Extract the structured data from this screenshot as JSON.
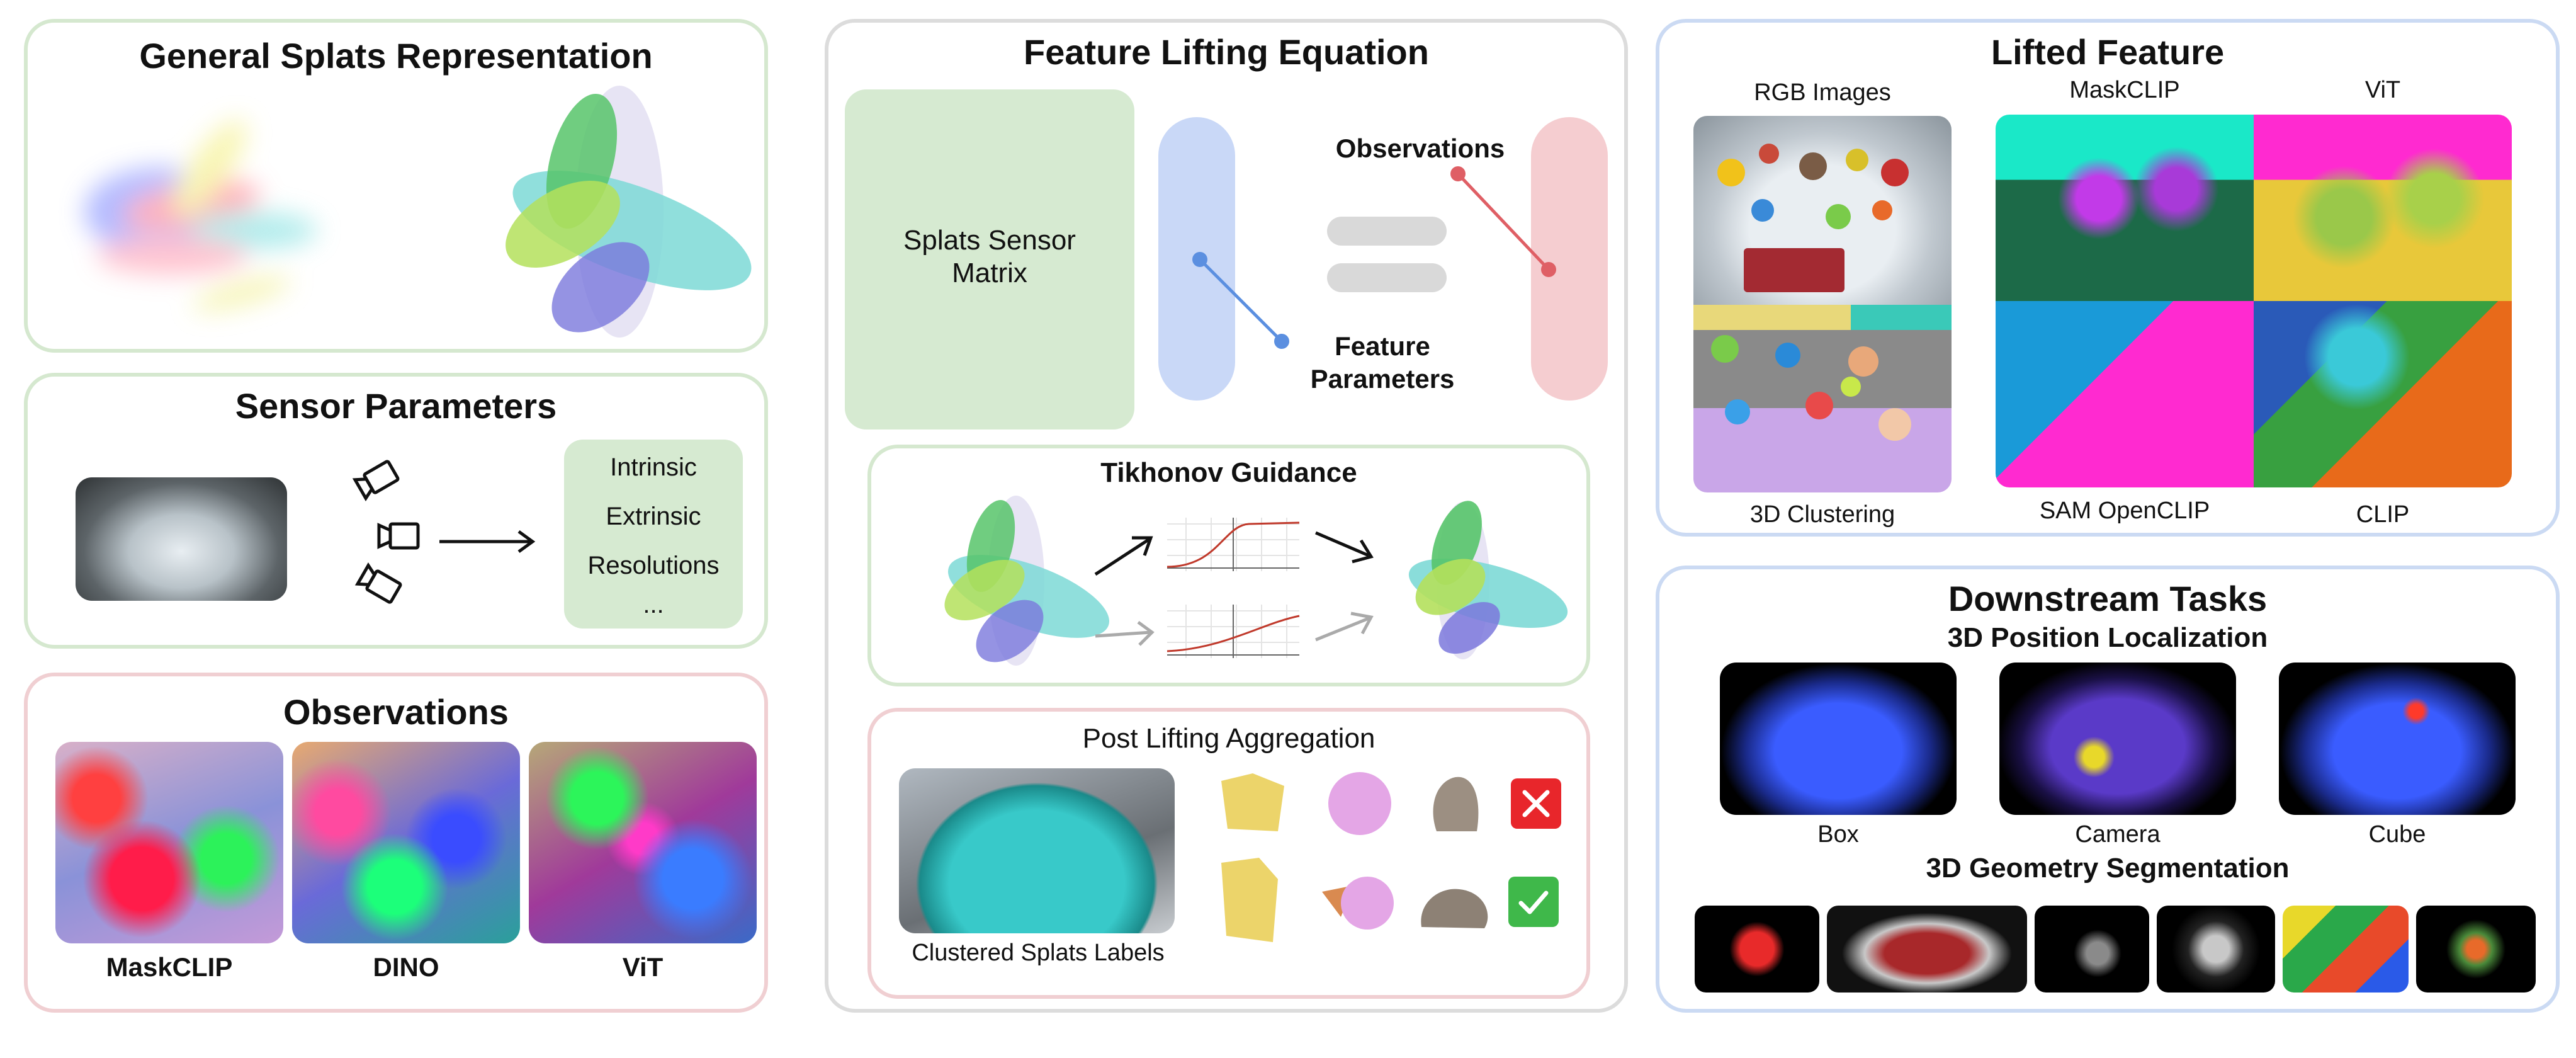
{
  "splats": {
    "title": "General Splats Representation"
  },
  "sensor": {
    "title": "Sensor Parameters",
    "params": [
      "Intrinsic",
      "Extrinsic",
      "Resolutions",
      "..."
    ]
  },
  "observations": {
    "title": "Observations",
    "items": [
      "MaskCLIP",
      "DINO",
      "ViT"
    ]
  },
  "equation": {
    "title": "Feature Lifting Equation",
    "matrix": "Splats Sensor Matrix",
    "observations": "Observations",
    "feature_params": "Feature Parameters"
  },
  "tikhonov": {
    "title": "Tikhonov Guidance"
  },
  "post": {
    "title": "Post Lifting Aggregation",
    "caption": "Clustered Splats Labels"
  },
  "lifted": {
    "title": "Lifted Feature",
    "rgb": "RGB Images",
    "clustering": "3D Clustering",
    "maskclip": "MaskCLIP",
    "vit": "ViT",
    "sam": "SAM OpenCLIP",
    "clip": "CLIP"
  },
  "downstream": {
    "title": "Downstream Tasks",
    "loc_title": "3D Position Localization",
    "loc_items": [
      "Box",
      "Camera",
      "Cube"
    ],
    "seg_title": "3D Geometry Segmentation"
  }
}
